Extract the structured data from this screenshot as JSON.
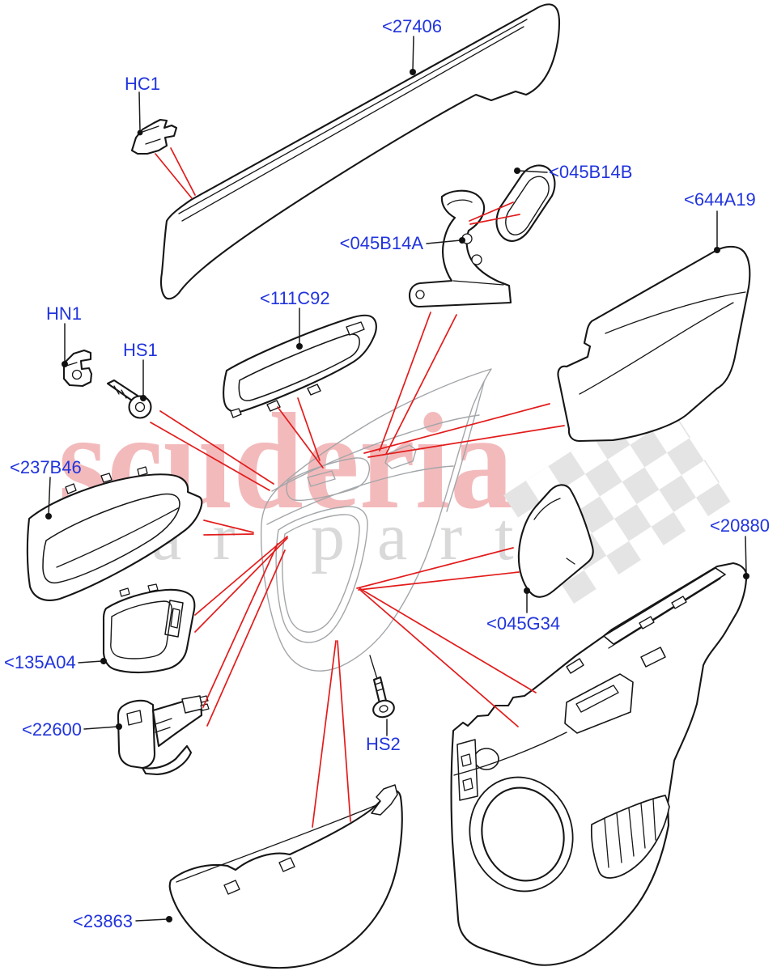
{
  "diagram": {
    "kind": "exploded-parts-diagram",
    "subject": "rear door trim panel"
  },
  "watermark": {
    "brand": "scuderia",
    "tagline_word1": "car",
    "tagline_word2": "parts"
  },
  "labels": [
    {
      "id": "27406",
      "text": "<27406"
    },
    {
      "id": "HC1",
      "text": "HC1"
    },
    {
      "id": "045B14B",
      "text": "<045B14B"
    },
    {
      "id": "045B14A",
      "text": "<045B14A"
    },
    {
      "id": "644A19",
      "text": "<644A19"
    },
    {
      "id": "111C92",
      "text": "<111C92"
    },
    {
      "id": "HN1",
      "text": "HN1"
    },
    {
      "id": "HS1",
      "text": "HS1"
    },
    {
      "id": "237B46",
      "text": "<237B46"
    },
    {
      "id": "135A04",
      "text": "<135A04"
    },
    {
      "id": "22600",
      "text": "<22600"
    },
    {
      "id": "23863",
      "text": "<23863"
    },
    {
      "id": "HS2",
      "text": "HS2"
    },
    {
      "id": "045G34",
      "text": "<045G34"
    },
    {
      "id": "20880",
      "text": "<20880"
    }
  ],
  "colors": {
    "label_blue": "#2134dd",
    "arrow_red": "#e31b1b",
    "watermark_pink": "#f3babc",
    "watermark_letter_gray": "#d9d9d9",
    "checker_gray": "#e4e4e4",
    "ghost_gray": "#a3a6a9",
    "line_black": "#161616",
    "background": "#ffffff"
  }
}
